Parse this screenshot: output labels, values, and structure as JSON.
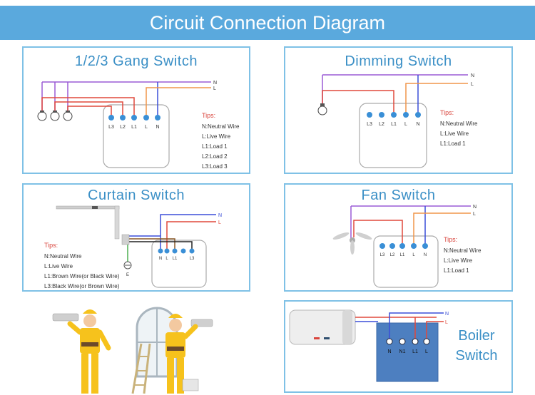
{
  "header": {
    "title": "Circuit Connection Diagram"
  },
  "colors": {
    "neutral": "#3b4fd8",
    "live": "#e0483c",
    "purple": "#9a5bd6",
    "orange": "#f0954a",
    "accent": "#5aa9dd",
    "boiler_box": "#4d7fc0"
  },
  "panels": {
    "gang": {
      "title": "1/2/3 Gang Switch",
      "terminals": [
        "L3",
        "L2",
        "L1",
        "L",
        "N"
      ],
      "wire_labels": [
        "N",
        "L"
      ],
      "tips_title": "Tips:",
      "tips": [
        "N:Neutral Wire",
        "L:Live Wire",
        "L1:Load 1",
        "L2:Load 2",
        "L3:Load 3"
      ]
    },
    "dimming": {
      "title": "Dimming Switch",
      "terminals": [
        "L3",
        "L2",
        "L1",
        "L",
        "N"
      ],
      "wire_labels": [
        "N",
        "L"
      ],
      "tips_title": "Tips:",
      "tips": [
        "N:Neutral Wire",
        "L:Live Wire",
        "L1:Load 1"
      ]
    },
    "curtain": {
      "title": "Curtain Switch",
      "terminals": [
        "N",
        "L",
        "L1",
        "",
        "L3"
      ],
      "wire_labels": [
        "N",
        "L"
      ],
      "ground_label": "E",
      "tips_title": "Tips:",
      "tips": [
        "N:Neutral Wire",
        "L:Live Wire",
        "L1:Brown Wire(or Black Wire)",
        "L3:Black Wire(or Brown Wire)"
      ]
    },
    "fan": {
      "title": "Fan Switch",
      "terminals": [
        "L3",
        "L2",
        "L1",
        "L",
        "N"
      ],
      "wire_labels": [
        "N",
        "L"
      ],
      "tips_title": "Tips:",
      "tips": [
        "N:Neutral Wire",
        "L:Live Wire",
        "L1:Load 1"
      ]
    },
    "boiler": {
      "title_line1": "Boiler",
      "title_line2": "Switch",
      "terminals": [
        "N",
        "N1",
        "L1",
        "L"
      ],
      "wire_labels": [
        "N",
        "L"
      ]
    }
  }
}
